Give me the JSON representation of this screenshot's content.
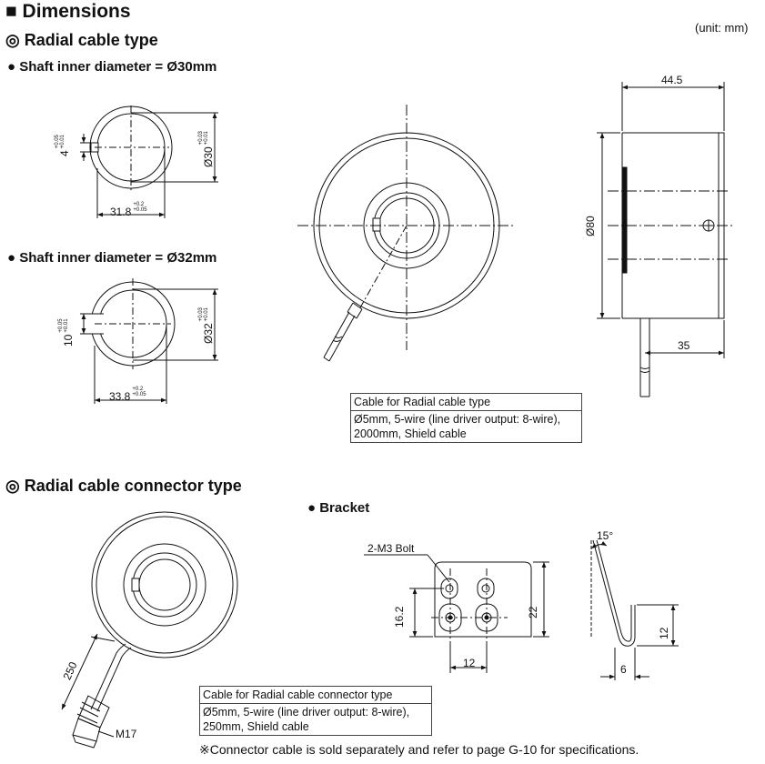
{
  "header": {
    "title_mark": "■",
    "title": "Dimensions",
    "unit": "(unit: mm)"
  },
  "radial": {
    "heading_mark": "◎",
    "heading": "Radial cable type",
    "shaft30_label": "● Shaft inner diameter = Ø30mm",
    "shaft32_label": "● Shaft inner diameter = Ø32mm",
    "s30_width": "31.8",
    "s30_width_tol_plus": "+0.2",
    "s30_width_tol_minus": "+0.05",
    "s30_key": "4",
    "s30_key_tol_plus": "+0.05",
    "s30_key_tol_minus": "+0.01",
    "s30_dia": "Ø30",
    "s30_dia_tol_plus": "+0.03",
    "s30_dia_tol_minus": "+0.01",
    "s32_width": "33.8",
    "s32_width_tol_plus": "+0.2",
    "s32_width_tol_minus": "+0.05",
    "s32_key": "10",
    "s32_key_tol_plus": "+0.05",
    "s32_key_tol_minus": "+0.01",
    "s32_dia": "Ø32",
    "s32_dia_tol_plus": "+0.03",
    "s32_dia_tol_minus": "+0.01",
    "side_depth": "44.5",
    "side_dia": "Ø80",
    "side_cable": "35",
    "cable_title": "Cable for Radial cable type",
    "cable_line1": "Ø5mm, 5-wire (line driver output: 8-wire),",
    "cable_line2": "2000mm, Shield cable"
  },
  "connector": {
    "heading_mark": "◎",
    "heading": "Radial cable connector type",
    "bracket_label": "● Bracket",
    "cable_len": "250",
    "thread": "M17",
    "bolt": "2-M3 Bolt",
    "br_h1": "16.2",
    "br_h2": "22",
    "br_w": "12",
    "angle": "15°",
    "side_h": "12",
    "side_w": "6",
    "cable_title": "Cable for Radial cable connector type",
    "cable_line1": "Ø5mm, 5-wire (line driver output: 8-wire),",
    "cable_line2": "250mm, Shield cable",
    "note": "※Connector cable is sold separately and refer to page G-10 for specifications."
  }
}
